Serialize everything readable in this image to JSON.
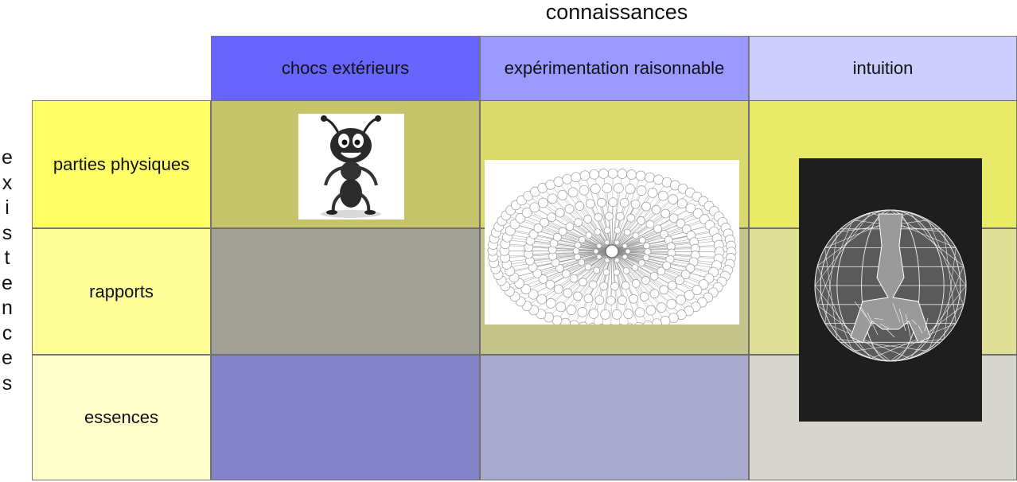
{
  "title": "connaissances",
  "side_label": [
    "e",
    "x",
    "i",
    "s",
    "t",
    "e",
    "n",
    "c",
    "e",
    "s"
  ],
  "columns": [
    {
      "label": "chocs extérieurs",
      "color": "#6666ff"
    },
    {
      "label": "expérimentation raisonnable",
      "color": "#9999ff"
    },
    {
      "label": "intuition",
      "color": "#ccccff"
    }
  ],
  "rows": [
    {
      "label": "parties physiques",
      "color": "#ffff66"
    },
    {
      "label": "rapports",
      "color": "#ffff99"
    },
    {
      "label": "essences",
      "color": "#ffffcc"
    }
  ],
  "cell_colors": {
    "r1": [
      "#c5c46b",
      "#dada6a",
      "#e9e968"
    ],
    "r2": [
      "#a1a096",
      "#c4c48a",
      "#e0df98"
    ],
    "r3": [
      "#8483c9",
      "#a9aacb",
      "#d6d6cf"
    ]
  },
  "images": {
    "ant": "cartoon-ant",
    "graph": "network-graph",
    "sphere": "wireframe-sphere"
  }
}
